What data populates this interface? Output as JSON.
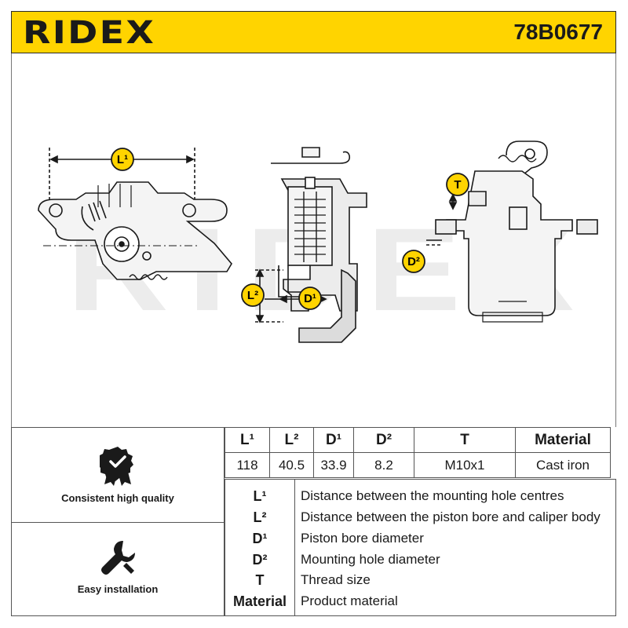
{
  "header": {
    "brand": "RIDEX",
    "part_number": "78B0677"
  },
  "watermark": "RIDEX",
  "drawing_labels": {
    "l1": "L¹",
    "l2": "L²",
    "d1": "D¹",
    "d2": "D²",
    "t": "T"
  },
  "features": [
    {
      "icon": "quality-check-icon",
      "text": "Consistent high quality"
    },
    {
      "icon": "wrench-icon",
      "text": "Easy installation"
    }
  ],
  "spec_table": {
    "headers": [
      "L¹",
      "L²",
      "D¹",
      "D²",
      "T",
      "Material"
    ],
    "values": [
      "118",
      "40.5",
      "33.9",
      "8.2",
      "M10x1",
      "Cast iron"
    ]
  },
  "legend": [
    {
      "key": "L¹",
      "desc": "Distance between the mounting hole centres"
    },
    {
      "key": "L²",
      "desc": "Distance between the piston bore and caliper body"
    },
    {
      "key": "D¹",
      "desc": "Piston bore diameter"
    },
    {
      "key": "D²",
      "desc": "Mounting hole diameter"
    },
    {
      "key": "T",
      "desc": "Thread size"
    },
    {
      "key": "Material",
      "desc": "Product material"
    }
  ],
  "colors": {
    "brand_yellow": "#ffd400",
    "dark": "#1a1a1a",
    "badge": "#ffd400"
  }
}
